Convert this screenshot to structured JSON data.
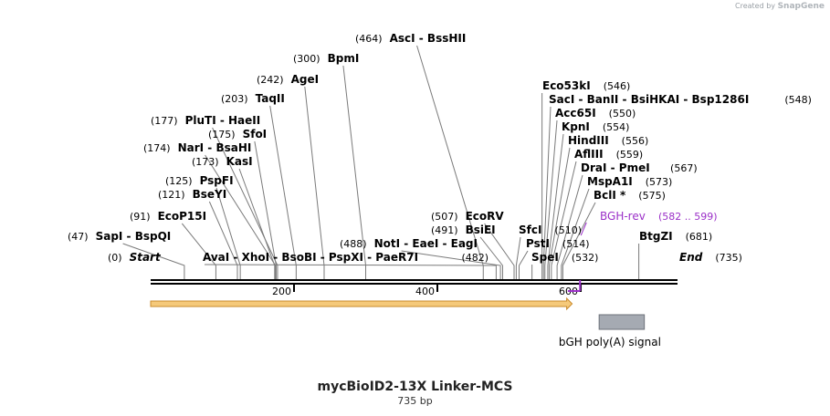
{
  "credit": {
    "prefix": "Created by",
    "brand": "SnapGene"
  },
  "title": "mycBioID2-13X Linker-MCS",
  "length_label": "735 bp",
  "backbone": {
    "length": 735,
    "ticks": [
      200,
      400,
      600
    ]
  },
  "sites": [
    {
      "name": "Start",
      "pos_label": "(0)",
      "pos": 0,
      "style": "end"
    },
    {
      "name": "SapI  -  BspQI",
      "pos_label": "(47)",
      "pos": 47
    },
    {
      "name": "EcoP15I",
      "pos_label": "(91)",
      "pos": 91
    },
    {
      "name": "BseYI",
      "pos_label": "(121)",
      "pos": 121
    },
    {
      "name": "PspFI",
      "pos_label": "(125)",
      "pos": 125
    },
    {
      "name": "KasI",
      "pos_label": "(173)",
      "pos": 173
    },
    {
      "name": "NarI  -  BsaHI",
      "pos_label": "(174)",
      "pos": 174
    },
    {
      "name": "SfoI",
      "pos_label": "(175)",
      "pos": 175
    },
    {
      "name": "PluTI  -  HaeII",
      "pos_label": "(177)",
      "pos": 177
    },
    {
      "name": "TaqII",
      "pos_label": "(203)",
      "pos": 203
    },
    {
      "name": "AgeI",
      "pos_label": "(242)",
      "pos": 242
    },
    {
      "name": "BpmI",
      "pos_label": "(300)",
      "pos": 300
    },
    {
      "name": "AscI  -  BssHII",
      "pos_label": "(464)",
      "pos": 464
    },
    {
      "name": "AvaI  -  XhoI  -  BsoBI  -  PspXI  -  PaeR7I",
      "pos_label": "(482)",
      "pos": 482,
      "label_side": "right"
    },
    {
      "name": "NotI  -  EaeI  -  EagI",
      "pos_label": "(488)",
      "pos": 488
    },
    {
      "name": "BsiEI",
      "pos_label": "(491)",
      "pos": 491
    },
    {
      "name": "EcoRV",
      "pos_label": "(507)",
      "pos": 507
    },
    {
      "name": "SfcI",
      "pos_label": "(510)",
      "pos": 510,
      "label_side": "right"
    },
    {
      "name": "PstI",
      "pos_label": "(514)",
      "pos": 514,
      "label_side": "right"
    },
    {
      "name": "SpeI",
      "pos_label": "(532)",
      "pos": 532,
      "label_side": "right"
    },
    {
      "name": "Eco53kI",
      "pos_label": "(546)",
      "pos": 546,
      "label_side": "right"
    },
    {
      "name": "SacI  -  BanII  -  BsiHKAI  -  Bsp1286I",
      "pos_label": "(548)",
      "pos": 548,
      "label_side": "right"
    },
    {
      "name": "Acc65I",
      "pos_label": "(550)",
      "pos": 550,
      "label_side": "right"
    },
    {
      "name": "KpnI",
      "pos_label": "(554)",
      "pos": 554,
      "label_side": "right"
    },
    {
      "name": "HindIII",
      "pos_label": "(556)",
      "pos": 556,
      "label_side": "right"
    },
    {
      "name": "AflIII",
      "pos_label": "(559)",
      "pos": 559,
      "label_side": "right"
    },
    {
      "name": "DraI  -  PmeI",
      "pos_label": "(567)",
      "pos": 567,
      "label_side": "right"
    },
    {
      "name": "MspA1I",
      "pos_label": "(573)",
      "pos": 573,
      "label_side": "right"
    },
    {
      "name": "BclI *",
      "pos_label": "(575)",
      "pos": 575,
      "label_side": "right"
    },
    {
      "name": "BtgZI",
      "pos_label": "(681)",
      "pos": 681,
      "label_side": "right"
    },
    {
      "name": "End",
      "pos_label": "(735)",
      "pos": 735,
      "style": "end",
      "label_side": "right"
    }
  ],
  "primer": {
    "name": "BGH-rev",
    "range_label": "(582 .. 599)",
    "start": 582,
    "end": 599,
    "color": "#9b30c8"
  },
  "features": [
    {
      "name": "",
      "start": 0,
      "end": 588,
      "type": "orf",
      "color": "#f5c97a",
      "stroke": "#c98a2a"
    },
    {
      "name": "bGH poly(A) signal",
      "start": 590,
      "end": 704,
      "type": "polyA",
      "color": "#a5aab2",
      "stroke": "#6d727a"
    }
  ]
}
